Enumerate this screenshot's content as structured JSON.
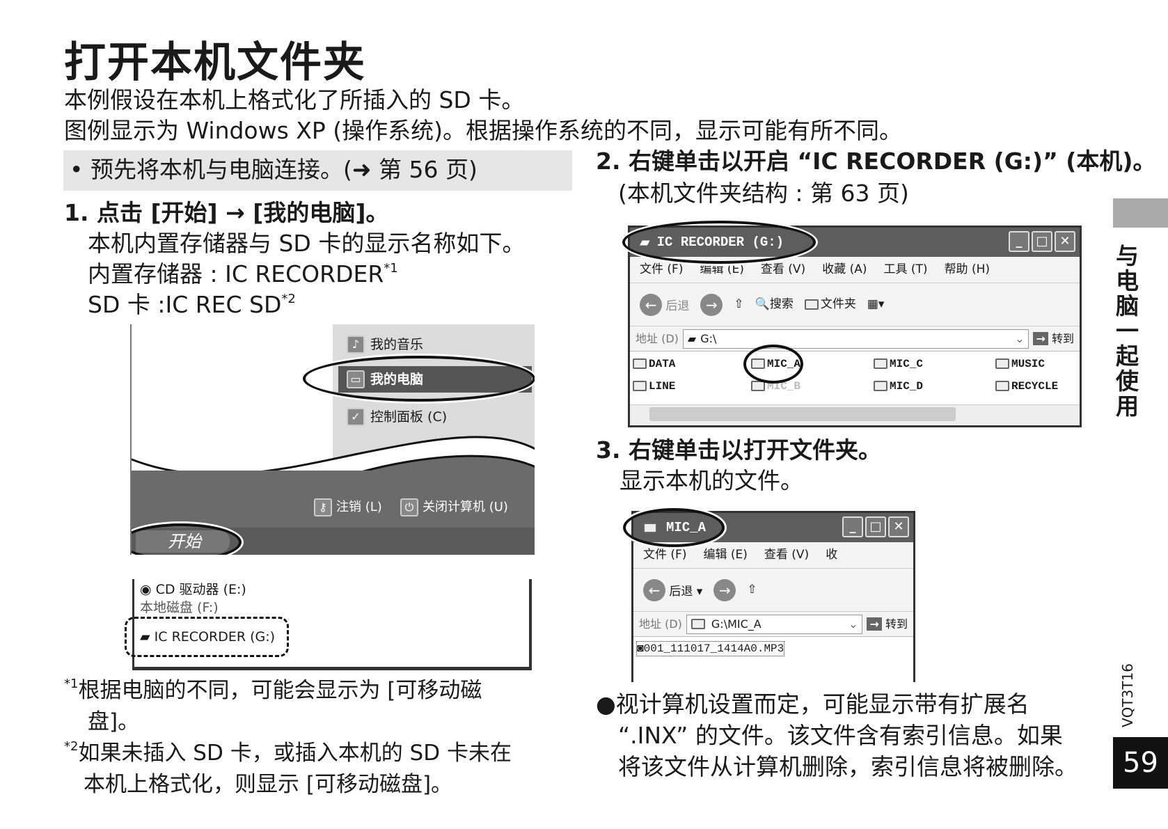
{
  "title": "打开本机文件夹",
  "intro": [
    "本例假设在本机上格式化了所插入的 SD 卡。",
    "图例显示为 Windows XP (操作系统)。根据操作系统的不同，显示可能有所不同。"
  ],
  "prereq": "• 预先将本机与电脑连接。(➜ 第 56 页)",
  "step1": {
    "heading": "1. 点击 [开始] → [我的电脑]。",
    "lines": [
      "本机内置存储器与 SD 卡的显示名称如下。",
      "内置存储器 : IC RECORDER",
      "SD 卡 :IC REC SD"
    ],
    "sup1": "*1",
    "sup2": "*2"
  },
  "startmenu": {
    "items": [
      "我的音乐",
      "我的电脑",
      "控制面板 (C)"
    ],
    "logoff": "注销 (L)",
    "shutdown": "关闭计算机 (U)",
    "start": "开始"
  },
  "drives": [
    "CD 驱动器 (E:)",
    "本地磁盘 (F:)",
    "IC RECORDER (G:)"
  ],
  "footnotes": [
    {
      "mark": "*1",
      "text": "根据电脑的不同，可能会显示为 [可移动磁",
      "text2": "盘]。"
    },
    {
      "mark": "*2",
      "text": "如果未插入 SD 卡，或插入本机的 SD 卡未在",
      "text2": "本机上格式化，则显示 [可移动磁盘]。"
    }
  ],
  "step2": {
    "heading": "2. 右键单击以开启 “IC RECORDER (G:)” (本机)。",
    "sub": "(本机文件夹结构 : 第 63 页)"
  },
  "window1": {
    "title": "IC RECORDER (G:)",
    "menu": [
      "文件 (F)",
      "编辑 (E)",
      "查看 (V)",
      "收藏 (A)",
      "工具 (T)",
      "帮助 (H)"
    ],
    "back": "后退",
    "search": "搜索",
    "folders": "文件夹",
    "addr_label": "地址 (D)",
    "address": "G:\\",
    "go": "转到",
    "files": [
      "DATA",
      "MIC_A",
      "MIC_C",
      "MUSIC",
      "LINE",
      "MIC_B",
      "MIC_D",
      "RECYCLE"
    ]
  },
  "step3": {
    "heading": "3. 右键单击以打开文件夹。",
    "sub": "显示本机的文件。"
  },
  "window2": {
    "title": "MIC_A",
    "menu": [
      "文件 (F)",
      "编辑 (E)",
      "查看 (V)",
      "收"
    ],
    "back": "后退",
    "addr_label": "地址 (D)",
    "address": "G:\\MIC_A",
    "go": "转到",
    "file": "001_111017_1414A0.MP3"
  },
  "note": [
    "●视计算机设置而定，可能显示带有扩展名",
    "“.INX” 的文件。该文件含有索引信息。如果",
    "将该文件从计算机删除，索引信息将被删除。"
  ],
  "side": {
    "section": "与电脑一起使用",
    "code": "VQT3T16",
    "page": "59"
  }
}
